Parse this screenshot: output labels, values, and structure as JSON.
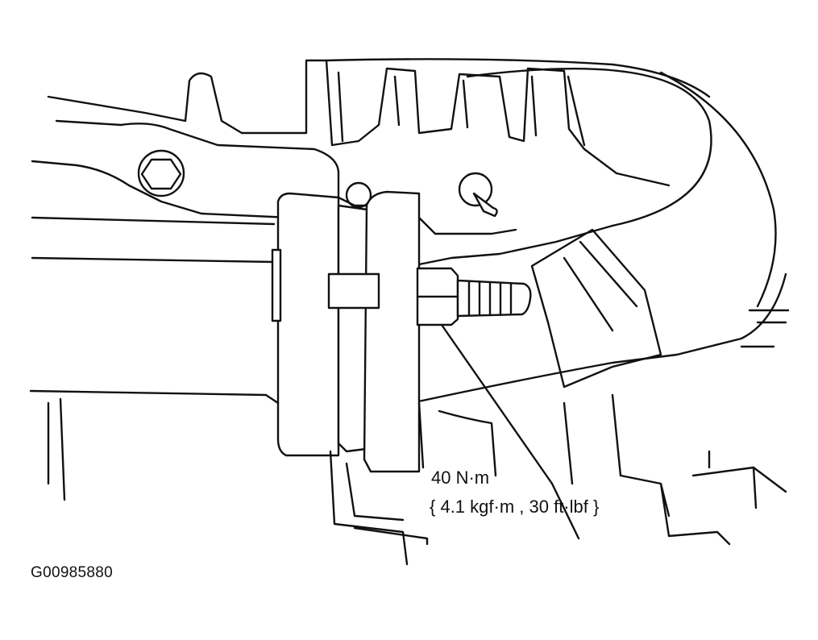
{
  "diagram": {
    "torque_spec": "40 N·m",
    "torque_spec_alt": "{ 4.1 kgf·m , 30 ft·lbf }",
    "figure_id": "G00985880"
  },
  "colors": {
    "line": "#111111",
    "background": "#ffffff"
  }
}
